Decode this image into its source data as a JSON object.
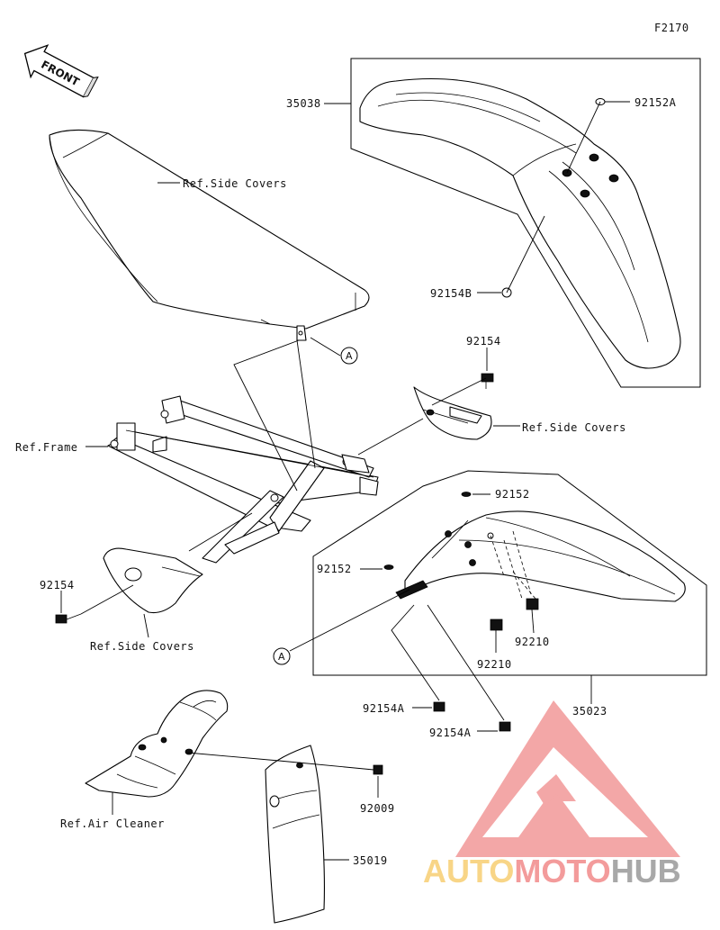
{
  "figure_code": "F2170",
  "front_label": "FRONT",
  "callout_letter": "A",
  "labels": {
    "part_35038": "35038",
    "part_92152A": "92152A",
    "part_92154B": "92154B",
    "ref_side_covers_seat": "Ref.Side Covers",
    "part_92154_upper": "92154",
    "ref_side_covers_right": "Ref.Side Covers",
    "ref_frame": "Ref.Frame",
    "part_92152_upper": "92152",
    "part_92152_lower": "92152",
    "part_92154_left": "92154",
    "ref_side_covers_left": "Ref.Side Covers",
    "part_92210_right": "92210",
    "part_92210_left": "92210",
    "part_92154A_upper": "92154A",
    "part_92154A_lower": "92154A",
    "part_35023": "35023",
    "part_92009": "92009",
    "ref_air_cleaner": "Ref.Air Cleaner",
    "part_35019": "35019"
  },
  "watermark": {
    "part1": "AUTO",
    "part2": "MOTO",
    "part3": "HUB",
    "color_auto": "#f6c85f",
    "color_moto": "#f07a7a",
    "color_hub": "#8c8c8c",
    "logo_color": "#f08a8a"
  }
}
